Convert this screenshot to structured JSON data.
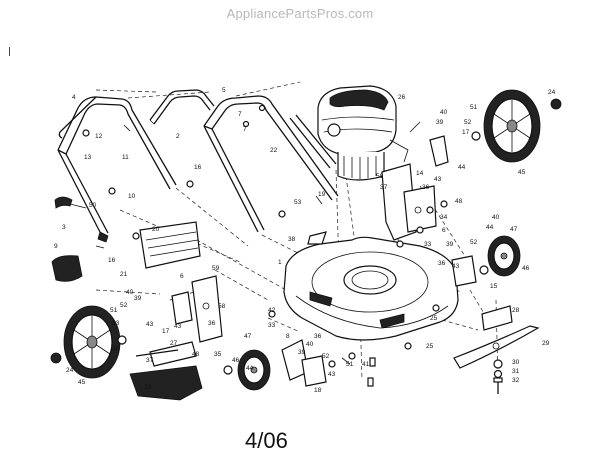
{
  "header": {
    "site": "AppliancePartsPros.com"
  },
  "footer": {
    "date_code": "4/06"
  },
  "callouts": {
    "n1": "1",
    "n2": "2",
    "n3": "3",
    "n4": "4",
    "n5": "5",
    "n6": "6",
    "n7": "7",
    "n8": "8",
    "n9": "9",
    "n10": "10",
    "n11": "11",
    "n12": "12",
    "n13": "13",
    "n14": "14",
    "n15": "15",
    "n16": "16",
    "n17": "17",
    "n18": "18",
    "n19": "19",
    "n20": "20",
    "n21": "21",
    "n22": "22",
    "n23": "23",
    "n24": "24",
    "n25": "25",
    "n26": "26",
    "n27": "27",
    "n28": "28",
    "n29": "29",
    "n30": "30",
    "n31": "31",
    "n32": "32",
    "n33": "33",
    "n34": "34",
    "n35": "35",
    "n36": "36",
    "n37": "37",
    "n38": "38",
    "n39": "39",
    "n40": "40",
    "n41": "41",
    "n42": "42",
    "n43": "43",
    "n44": "44",
    "n45": "45",
    "n46": "46",
    "n47": "47",
    "n48": "48",
    "n50": "50",
    "n51": "51",
    "n52": "52",
    "n53": "53",
    "n58": "58",
    "n59": "59"
  }
}
